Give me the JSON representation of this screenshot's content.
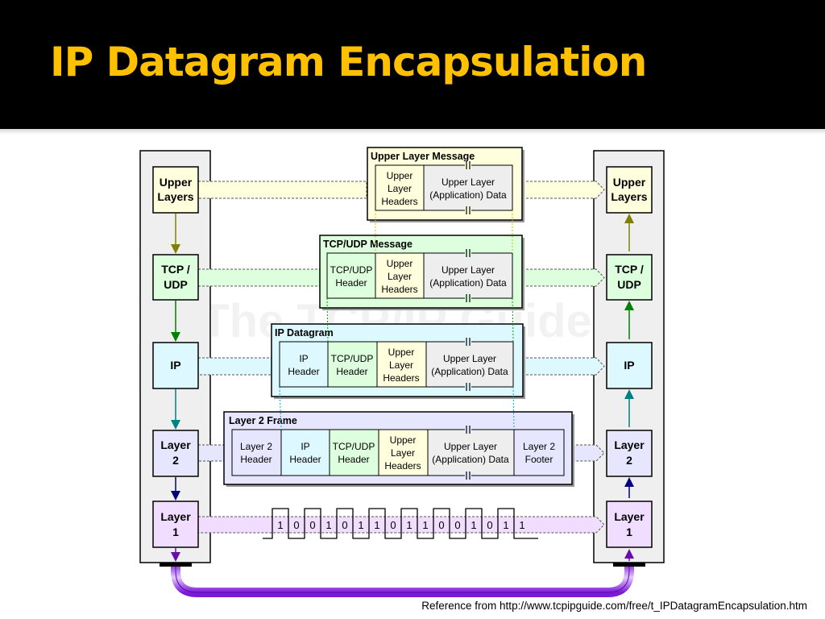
{
  "slide": {
    "title": "IP Datagram Encapsulation",
    "reference": "Reference from http://www.tcpipguide.com/free/t_IPDatagramEncapsulation.htm",
    "title_color": "#ffc000",
    "header_color": "#000000"
  },
  "diagram": {
    "watermark": "The TCP/IP Guide",
    "stack_layers": [
      {
        "line1": "Upper",
        "line2": "Layers",
        "fill": "#ffffdd"
      },
      {
        "line1": "TCP /",
        "line2": "UDP",
        "fill": "#ddffdd"
      },
      {
        "line1": "IP",
        "line2": "",
        "fill": "#ddf8ff"
      },
      {
        "line1": "Layer",
        "line2": "2",
        "fill": "#e6e6ff"
      },
      {
        "line1": "Layer",
        "line2": "1",
        "fill": "#f0ddff"
      }
    ],
    "boxes": {
      "upper": {
        "title": "Upper Layer Message",
        "cells": [
          [
            "Upper",
            "Layer",
            "Headers"
          ],
          [
            "Upper Layer",
            "(Application) Data"
          ]
        ]
      },
      "tcp": {
        "title": "TCP/UDP Message",
        "cells": [
          [
            "TCP/UDP",
            "Header"
          ],
          [
            "Upper",
            "Layer",
            "Headers"
          ],
          [
            "Upper Layer",
            "(Application) Data"
          ]
        ]
      },
      "ip": {
        "title": "IP Datagram",
        "cells": [
          [
            "IP",
            "Header"
          ],
          [
            "TCP/UDP",
            "Header"
          ],
          [
            "Upper",
            "Layer",
            "Headers"
          ],
          [
            "Upper Layer",
            "(Application) Data"
          ]
        ]
      },
      "l2": {
        "title": "Layer 2 Frame",
        "cells": [
          [
            "Layer 2",
            "Header"
          ],
          [
            "IP",
            "Header"
          ],
          [
            "TCP/UDP",
            "Header"
          ],
          [
            "Upper",
            "Layer",
            "Headers"
          ],
          [
            "Upper Layer",
            "(Application) Data"
          ],
          [
            "Layer 2",
            "Footer"
          ]
        ]
      }
    },
    "bits": [
      "1",
      "0",
      "0",
      "1",
      "0",
      "1",
      "1",
      "0",
      "1",
      "1",
      "0",
      "0",
      "1",
      "0",
      "1",
      "1"
    ],
    "colors": {
      "upper": "#ffffdd",
      "tcp": "#ddffdd",
      "ip": "#ddf8ff",
      "l2": "#e6e6ff",
      "l1": "#f0ddff",
      "data": "#eeeeee",
      "cable": "#8a2be2"
    }
  }
}
